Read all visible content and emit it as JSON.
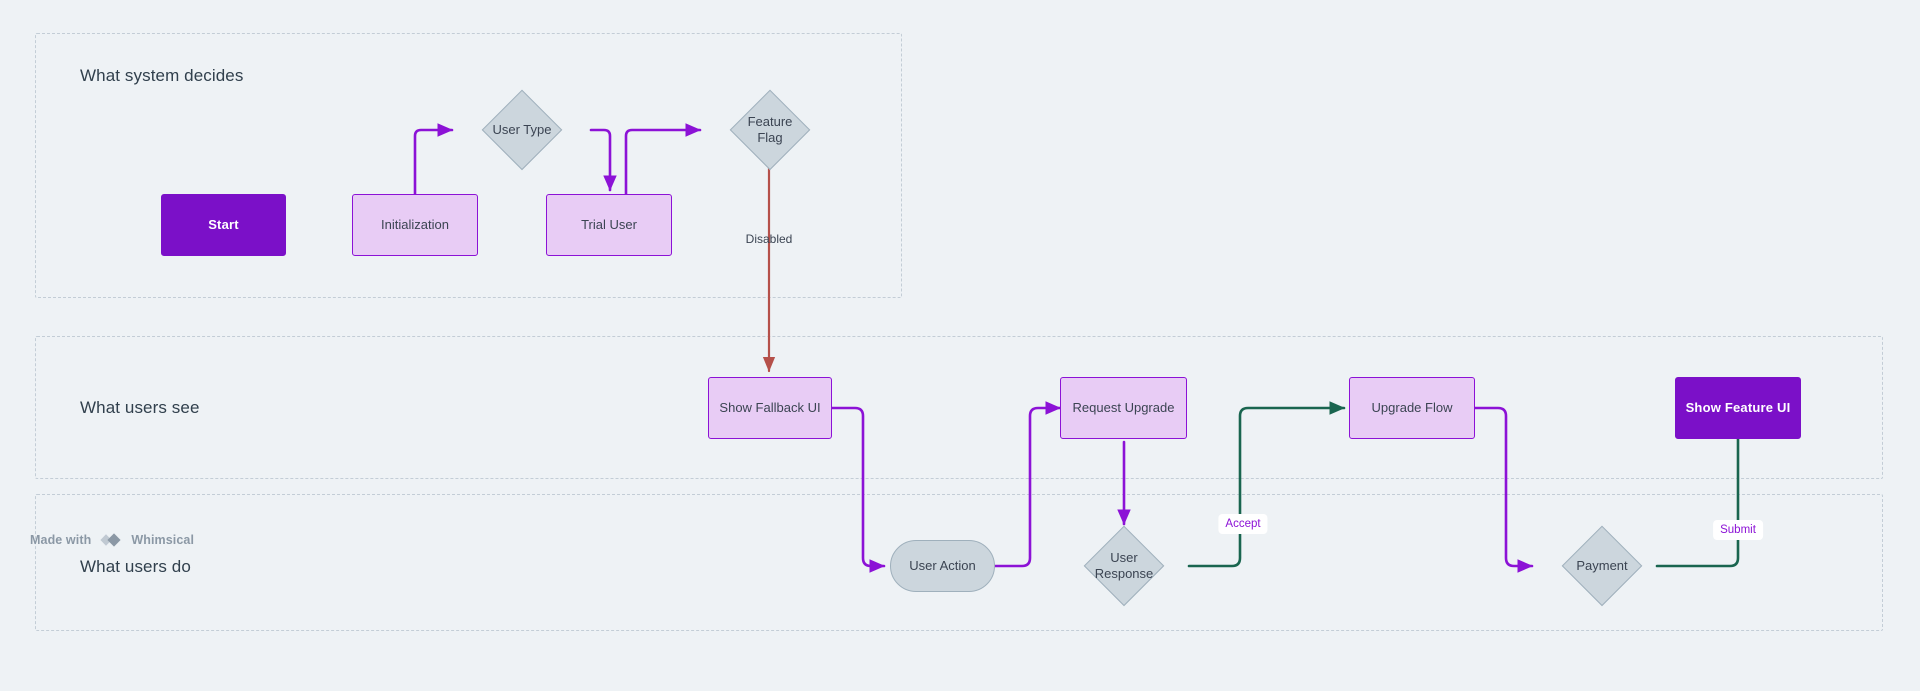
{
  "diagram": {
    "type": "swimlane-flowchart",
    "background_color": "#eef2f5"
  },
  "lanes": [
    {
      "id": "lane-system",
      "label": "What system decides"
    },
    {
      "id": "lane-see",
      "label": "What users see"
    },
    {
      "id": "lane-do",
      "label": "What users do"
    }
  ],
  "nodes": [
    {
      "id": "start",
      "label": "Start",
      "shape": "rectangle",
      "style": "solid-purple",
      "lane": "lane-system"
    },
    {
      "id": "initialization",
      "label": "Initialization",
      "shape": "rectangle",
      "style": "light-purple",
      "lane": "lane-system"
    },
    {
      "id": "user-type",
      "label": "User Type",
      "shape": "diamond",
      "style": "gray",
      "lane": "lane-system"
    },
    {
      "id": "trial-user",
      "label": "Trial User",
      "shape": "rectangle",
      "style": "light-purple",
      "lane": "lane-system"
    },
    {
      "id": "feature-flag",
      "label": "Feature\nFlag",
      "shape": "diamond",
      "style": "gray",
      "lane": "lane-system"
    },
    {
      "id": "show-fallback-ui",
      "label": "Show Fallback UI",
      "shape": "rectangle",
      "style": "light-purple",
      "lane": "lane-see"
    },
    {
      "id": "request-upgrade",
      "label": "Request Upgrade",
      "shape": "rectangle",
      "style": "light-purple",
      "lane": "lane-see"
    },
    {
      "id": "upgrade-flow",
      "label": "Upgrade Flow",
      "shape": "rectangle",
      "style": "light-purple",
      "lane": "lane-see"
    },
    {
      "id": "show-feature-ui",
      "label": "Show Feature UI",
      "shape": "rectangle",
      "style": "solid-purple",
      "lane": "lane-see"
    },
    {
      "id": "user-action",
      "label": "User Action",
      "shape": "rounded-pill",
      "style": "gray",
      "lane": "lane-do"
    },
    {
      "id": "user-response",
      "label": "User\nResponse",
      "shape": "diamond",
      "style": "gray",
      "lane": "lane-do"
    },
    {
      "id": "payment",
      "label": "Payment",
      "shape": "diamond",
      "style": "gray",
      "lane": "lane-do"
    }
  ],
  "edges": [
    {
      "from": "start",
      "to": "initialization",
      "label": "",
      "color": "#8c12d6"
    },
    {
      "from": "initialization",
      "to": "user-type",
      "label": "",
      "color": "#8c12d6"
    },
    {
      "from": "user-type",
      "to": "trial-user",
      "label": "",
      "color": "#8c12d6"
    },
    {
      "from": "trial-user",
      "to": "feature-flag",
      "label": "",
      "color": "#8c12d6"
    },
    {
      "from": "feature-flag",
      "to": "show-fallback-ui",
      "label": "Disabled",
      "color": "#b5504a"
    },
    {
      "from": "show-fallback-ui",
      "to": "user-action",
      "label": "",
      "color": "#8c12d6"
    },
    {
      "from": "user-action",
      "to": "request-upgrade",
      "label": "",
      "color": "#8c12d6"
    },
    {
      "from": "request-upgrade",
      "to": "user-response",
      "label": "",
      "color": "#8c12d6"
    },
    {
      "from": "user-response",
      "to": "upgrade-flow",
      "label": "Accept",
      "color": "#19654f"
    },
    {
      "from": "upgrade-flow",
      "to": "payment",
      "label": "",
      "color": "#8c12d6"
    },
    {
      "from": "payment",
      "to": "show-feature-ui",
      "label": "Submit",
      "color": "#19654f"
    }
  ],
  "edge_labels": {
    "disabled": "Disabled",
    "accept": "Accept",
    "submit": "Submit"
  },
  "watermark": {
    "prefix": "Made with",
    "brand": "Whimsical"
  },
  "colors": {
    "background": "#eef2f5",
    "solid_purple": "#7b10c8",
    "light_purple_fill": "#e8ccf5",
    "purple_stroke": "#8c12d6",
    "gray_fill": "#ccd6dd",
    "gray_stroke": "#9fb0bc",
    "green_edge": "#19654f",
    "red_edge": "#b5504a",
    "lane_border": "#c3cdd6",
    "text_dark": "#3b4452"
  }
}
